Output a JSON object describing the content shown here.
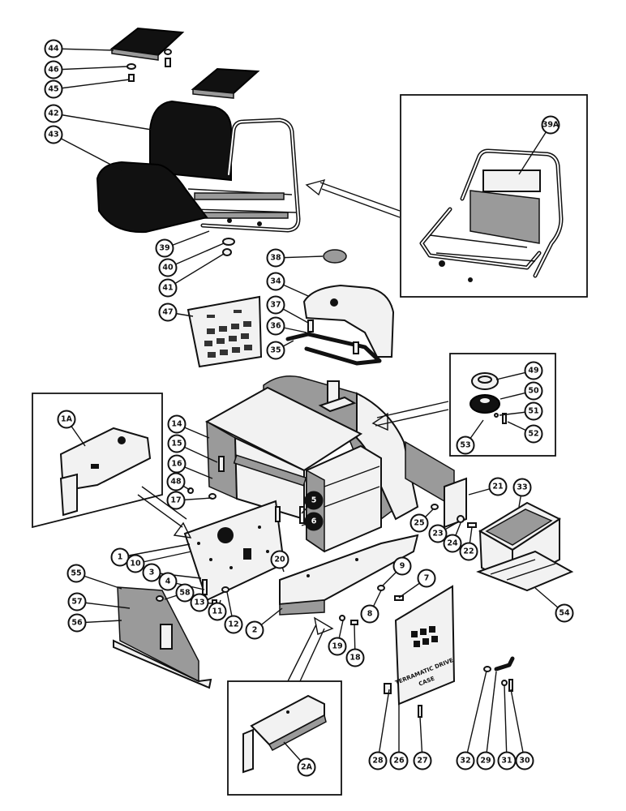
{
  "callouts": [
    {
      "id": "44",
      "label": "44",
      "dark": false
    },
    {
      "id": "46",
      "label": "46",
      "dark": false
    },
    {
      "id": "45",
      "label": "45",
      "dark": false
    },
    {
      "id": "42",
      "label": "42",
      "dark": false
    },
    {
      "id": "43",
      "label": "43",
      "dark": false
    },
    {
      "id": "39",
      "label": "39",
      "dark": false
    },
    {
      "id": "40",
      "label": "40",
      "dark": false
    },
    {
      "id": "41",
      "label": "41",
      "dark": false
    },
    {
      "id": "47",
      "label": "47",
      "dark": false
    },
    {
      "id": "38",
      "label": "38",
      "dark": false
    },
    {
      "id": "34",
      "label": "34",
      "dark": false
    },
    {
      "id": "37",
      "label": "37",
      "dark": false
    },
    {
      "id": "36",
      "label": "36",
      "dark": false
    },
    {
      "id": "35",
      "label": "35",
      "dark": false
    },
    {
      "id": "39A",
      "label": "39A",
      "dark": false
    },
    {
      "id": "49",
      "label": "49",
      "dark": false
    },
    {
      "id": "50",
      "label": "50",
      "dark": false
    },
    {
      "id": "51",
      "label": "51",
      "dark": false
    },
    {
      "id": "52",
      "label": "52",
      "dark": false
    },
    {
      "id": "53",
      "label": "53",
      "dark": false
    },
    {
      "id": "1A",
      "label": "1A",
      "dark": false
    },
    {
      "id": "14",
      "label": "14",
      "dark": false
    },
    {
      "id": "15",
      "label": "15",
      "dark": false
    },
    {
      "id": "16",
      "label": "16",
      "dark": false
    },
    {
      "id": "48",
      "label": "48",
      "dark": false
    },
    {
      "id": "17",
      "label": "17",
      "dark": false
    },
    {
      "id": "5",
      "label": "5",
      "dark": true
    },
    {
      "id": "6",
      "label": "6",
      "dark": true
    },
    {
      "id": "21",
      "label": "21",
      "dark": false
    },
    {
      "id": "33",
      "label": "33",
      "dark": false
    },
    {
      "id": "25",
      "label": "25",
      "dark": false
    },
    {
      "id": "23",
      "label": "23",
      "dark": false
    },
    {
      "id": "24",
      "label": "24",
      "dark": false
    },
    {
      "id": "22",
      "label": "22",
      "dark": false
    },
    {
      "id": "1",
      "label": "1",
      "dark": false
    },
    {
      "id": "10",
      "label": "10",
      "dark": false
    },
    {
      "id": "3",
      "label": "3",
      "dark": false
    },
    {
      "id": "4",
      "label": "4",
      "dark": false
    },
    {
      "id": "58",
      "label": "58",
      "dark": false
    },
    {
      "id": "13",
      "label": "13",
      "dark": false
    },
    {
      "id": "11",
      "label": "11",
      "dark": false
    },
    {
      "id": "12",
      "label": "12",
      "dark": false
    },
    {
      "id": "20",
      "label": "20",
      "dark": false
    },
    {
      "id": "2",
      "label": "2",
      "dark": false
    },
    {
      "id": "9",
      "label": "9",
      "dark": false
    },
    {
      "id": "7",
      "label": "7",
      "dark": false
    },
    {
      "id": "8",
      "label": "8",
      "dark": false
    },
    {
      "id": "19",
      "label": "19",
      "dark": false
    },
    {
      "id": "18",
      "label": "18",
      "dark": false
    },
    {
      "id": "54",
      "label": "54",
      "dark": false
    },
    {
      "id": "55",
      "label": "55",
      "dark": false
    },
    {
      "id": "57",
      "label": "57",
      "dark": false
    },
    {
      "id": "56",
      "label": "56",
      "dark": false
    },
    {
      "id": "2A",
      "label": "2A",
      "dark": false
    },
    {
      "id": "28",
      "label": "28",
      "dark": false
    },
    {
      "id": "26",
      "label": "26",
      "dark": false
    },
    {
      "id": "27",
      "label": "27",
      "dark": false
    },
    {
      "id": "32",
      "label": "32",
      "dark": false
    },
    {
      "id": "29",
      "label": "29",
      "dark": false
    },
    {
      "id": "31",
      "label": "31",
      "dark": false
    },
    {
      "id": "30",
      "label": "30",
      "dark": false
    }
  ],
  "decal": {
    "line1": "TERRAMATIC DRIVE",
    "line2": "CASE"
  },
  "colors": {
    "ink": "#111111",
    "paper": "#ffffff",
    "shade": "#9a9a9a"
  }
}
